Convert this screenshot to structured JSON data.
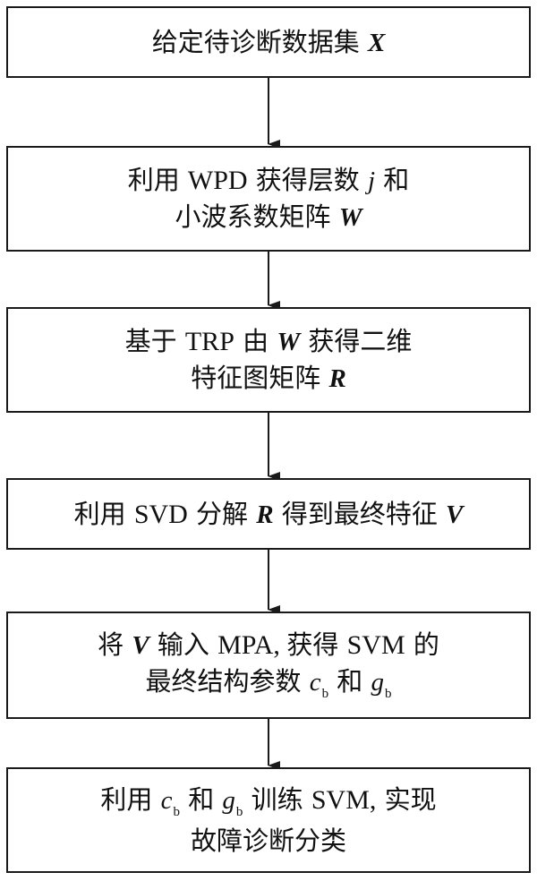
{
  "steps": [
    {
      "segments": [
        "给定待诊断数据集 ",
        "X"
      ]
    },
    {
      "segments": [
        "利用 ",
        "WPD",
        " 获得层数 ",
        "j",
        " 和",
        "小波系数矩阵 ",
        "W"
      ]
    },
    {
      "segments": [
        "基于 ",
        "TRP",
        " 由 ",
        "W",
        " 获得二维",
        "特征图矩阵 ",
        "R"
      ]
    },
    {
      "segments": [
        "利用 ",
        "SVD",
        " 分解 ",
        "R",
        " 得到最终特征 ",
        "V"
      ]
    },
    {
      "segments": [
        "将 ",
        "V",
        " 输入 ",
        "MPA, ",
        "获得 ",
        "SVM",
        " 的",
        "最终结构参数 ",
        "c",
        "b",
        " 和 ",
        "g",
        "b"
      ]
    },
    {
      "segments": [
        "利用 ",
        "c",
        "b",
        " 和 ",
        "g",
        "b",
        " 训练 ",
        "SVM,",
        " 实现",
        "故障诊断分类"
      ]
    }
  ],
  "colors": {
    "stroke": "#1a1a1a",
    "text": "#111111",
    "background": "#ffffff"
  }
}
